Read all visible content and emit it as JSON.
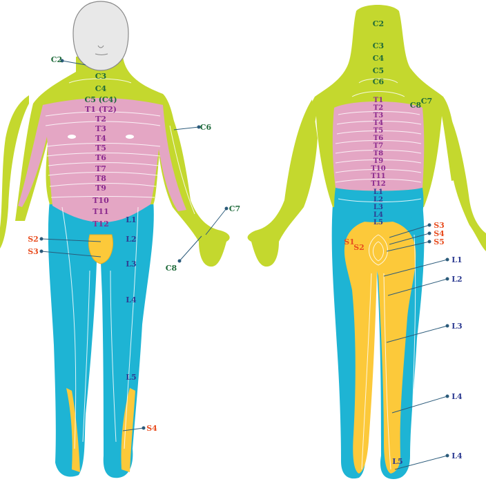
{
  "colors": {
    "cervical": "#c4d82e",
    "thoracic": "#e4a6c4",
    "lumbar": "#1eb4d4",
    "sacral": "#fcc93a",
    "head": "#e8e8e8",
    "label_cervical": "#1e6a3a",
    "label_thoracic": "#8b2a8e",
    "label_lumbar": "#2e3c92",
    "label_sacral": "#e84c1e",
    "leader": "#2a5a7a"
  },
  "front": {
    "neck_labels": [
      "C3",
      "C4",
      "C5 (C4)"
    ],
    "thoracic_labels": [
      "T1 (T2)",
      "T2",
      "T3",
      "T4",
      "T5",
      "T6",
      "T7",
      "T8",
      "T9",
      "T10",
      "T11",
      "T12"
    ],
    "lumbar_labels": [
      "L1",
      "L2",
      "L3",
      "L4",
      "L5"
    ],
    "callouts": {
      "c2": "C2",
      "c6": "C6",
      "c7": "C7",
      "c8": "C8",
      "s2": "S2",
      "s3": "S3",
      "s4": "S4"
    }
  },
  "back": {
    "cervical_labels": [
      "C2",
      "C3",
      "C4",
      "C5",
      "C6"
    ],
    "c8": "C8",
    "c7": "C7",
    "thoracic_labels": [
      "T1",
      "T2",
      "T3",
      "T4",
      "T5",
      "T6",
      "T7",
      "T8",
      "T9",
      "T10",
      "T11",
      "T12"
    ],
    "lumbar_labels": [
      "L1",
      "L2",
      "L3",
      "L4",
      "L5"
    ],
    "sacral_inline": [
      "S1",
      "S2"
    ],
    "callouts": {
      "s3": "S3",
      "s4": "S4",
      "s5": "S5",
      "l1": "L1",
      "l2": "L2",
      "l3": "L3",
      "l4a": "L4",
      "l4b": "L4",
      "l5": "L5"
    }
  }
}
